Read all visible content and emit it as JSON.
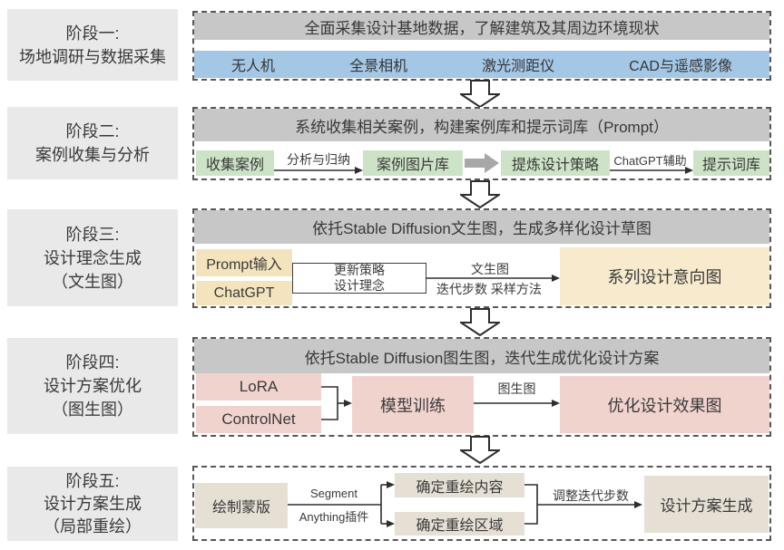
{
  "colors": {
    "label_gray": "#e9e9e9",
    "header_gray": "#c7c7c7",
    "blue": "#a4c7e6",
    "green": "#cce3c7",
    "yellow": "#f4e4bd",
    "yellow_big": "#f7eacd",
    "pink": "#f1d3ce",
    "tan": "#e5dfd4",
    "line": "#2e2e2e"
  },
  "stage1": {
    "label1": "阶段一:",
    "label2": "场地调研与数据采集",
    "header": "全面采集设计基地数据，了解建筑及其周边环境现状",
    "tool1": "无人机",
    "tool2": "全景相机",
    "tool3": "激光测距仪",
    "tool4": "CAD与遥感影像"
  },
  "stage2": {
    "label1": "阶段二:",
    "label2": "案例收集与分析",
    "header": "系统收集相关案例，构建案例库和提示词库（Prompt）",
    "box_collect": "收集案例",
    "arrow_analyze": "分析与归纳",
    "box_library": "案例图片库",
    "box_strategy": "提炼设计策略",
    "arrow_chatgpt": "ChatGPT辅助",
    "box_promptlib": "提示词库"
  },
  "stage3": {
    "label1": "阶段三:",
    "label2": "设计理念生成",
    "label3": "（文生图）",
    "header": "依托Stable Diffusion文生图，生成多样化设计草图",
    "box_prompt": "Prompt输入",
    "box_chatgpt": "ChatGPT",
    "box_update_line1": "更新策略",
    "box_update_line2": "设计理念",
    "arrow_top": "文生图",
    "arrow_bottom": "迭代步数 采样方法",
    "box_result": "系列设计意向图"
  },
  "stage4": {
    "label1": "阶段四:",
    "label2": "设计方案优化",
    "label3": "（图生图）",
    "header": "依托Stable Diffusion图生图，迭代生成优化设计方案",
    "box_lora": "LoRA",
    "box_controlnet": "ControlNet",
    "box_train": "模型训练",
    "arrow_img2img": "图生图",
    "box_result": "优化设计效果图"
  },
  "stage5": {
    "label1": "阶段五:",
    "label2": "设计方案生成",
    "label3": "（局部重绘）",
    "box_mask": "绘制蒙版",
    "arrow_plugin_line1": "Segment",
    "arrow_plugin_line2": "Anything插件",
    "box_content": "确定重绘内容",
    "box_region": "确定重绘区域",
    "arrow_steps": "调整迭代步数",
    "box_result": "设计方案生成"
  }
}
